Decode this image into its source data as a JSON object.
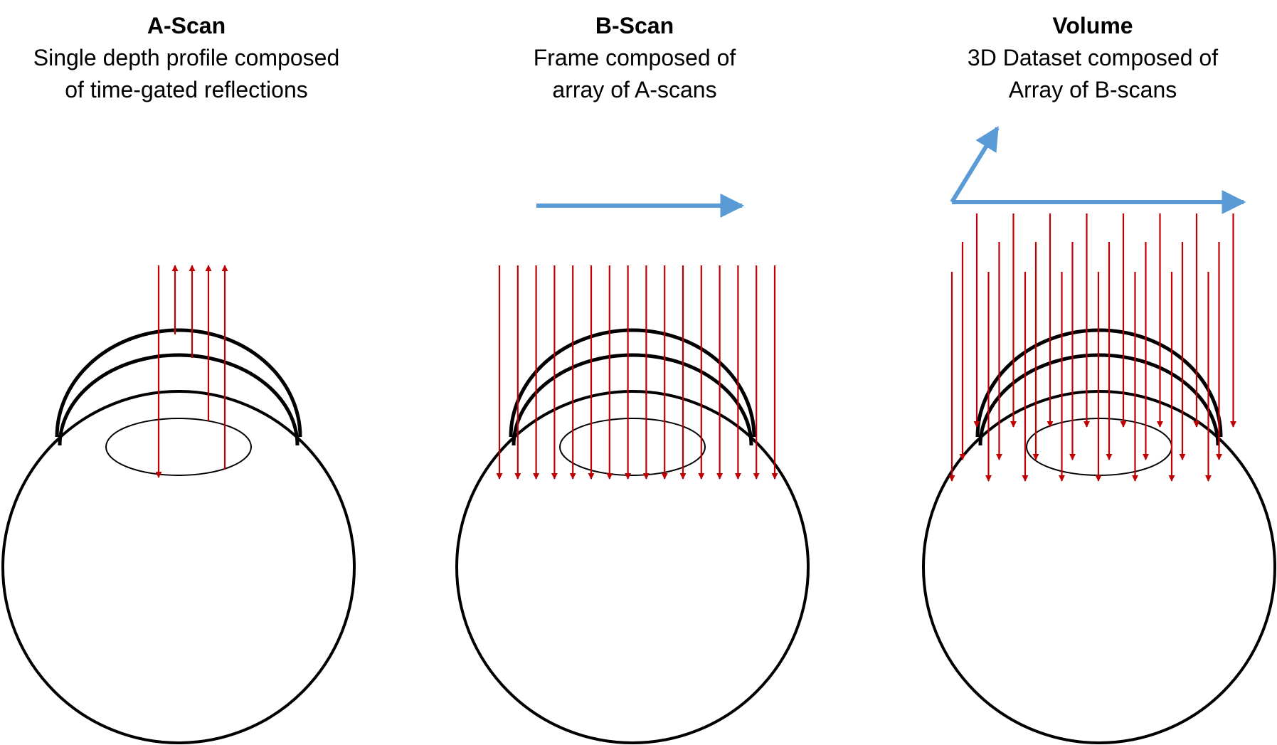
{
  "colors": {
    "beam": "#c00000",
    "scan_direction": "#5b9bd5",
    "outline": "#000000"
  },
  "panels": [
    {
      "title": "A-Scan",
      "lines": [
        "Single depth profile composed",
        "of time-gated reflections"
      ]
    },
    {
      "title": "B-Scan",
      "lines": [
        "Frame composed of",
        "array of A-scans"
      ]
    },
    {
      "title": "Volume",
      "lines": [
        "3D Dataset composed of",
        "Array of B-scans"
      ]
    }
  ]
}
